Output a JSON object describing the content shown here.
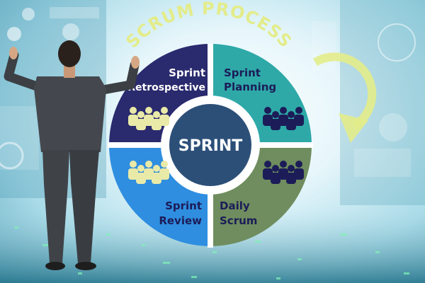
{
  "title": "SCRUM PROCESS",
  "center": "SPRINT",
  "quadrants": [
    {
      "line1": "Sprint",
      "line2": "Retrospective",
      "color": "#2a2a6e",
      "text_color": "#ffffff",
      "icon_color": "#e9eaa8"
    },
    {
      "line1": "Sprint",
      "line2": "Planning",
      "color": "#2ea9a8",
      "text_color": "#1c1c58",
      "icon_color": "#1c1c58"
    },
    {
      "line1": "Sprint",
      "line2": "Review",
      "color": "#2f8ee0",
      "text_color": "#1c1c58",
      "icon_color": "#e9eaa8"
    },
    {
      "line1": "Daily",
      "line2": "Scrum",
      "color": "#6f8d5e",
      "text_color": "#1c1c58",
      "icon_color": "#1c1c58"
    }
  ],
  "colors": {
    "center_fill": "#2c4f78",
    "center_ring": "#ffffff",
    "arrow": "#e3ec8a",
    "title": "#e3ec8a"
  },
  "icons": [
    "team-icon",
    "team-icon",
    "team-icon",
    "team-icon",
    "cycle-arrow-icon",
    "businessman"
  ]
}
